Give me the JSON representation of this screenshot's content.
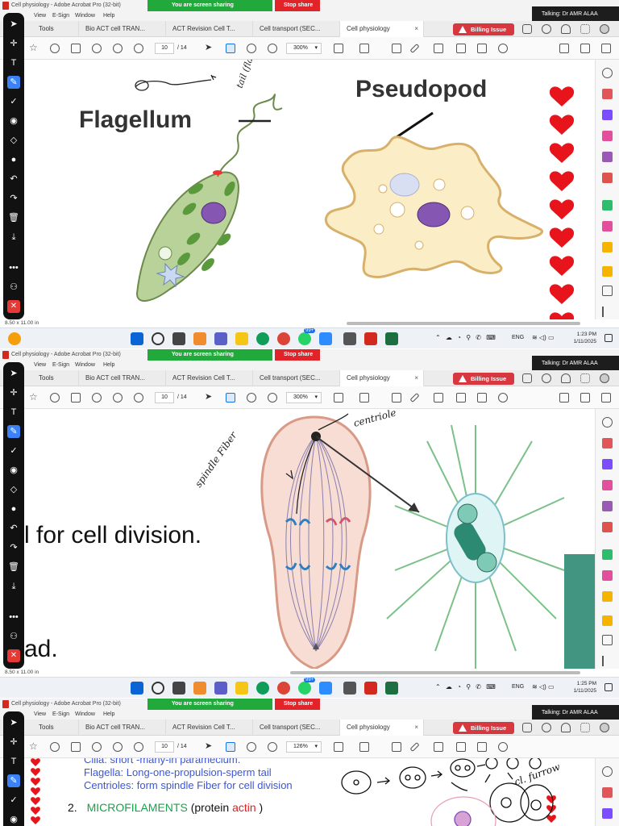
{
  "app": {
    "window_title": "Cell physiology - Adobe Acrobat Pro (32-bit)",
    "menu": [
      "View",
      "E-Sign",
      "Window",
      "Help"
    ],
    "screen_sharing_label": "You are screen sharing",
    "stop_share_label": "Stop share",
    "talking_label": "Talking: Dr AMR ALAA",
    "tools_tab": "Tools",
    "tabs": [
      "Bio ACT cell TRAN...",
      "ACT Revision Cell T...",
      "Cell transport (SEC...",
      "Cell physiology"
    ],
    "billing_label": "Billing Issue",
    "page_current": "10",
    "page_total": "/ 14"
  },
  "panels": [
    {
      "zoom": "300%",
      "page_size": "8.50 x 11.00 in",
      "clock_time": "1:23 PM",
      "clock_date": "1/11/2025",
      "heading_left": "Flagellum",
      "heading_right": "Pseudopod",
      "annotation": "tail (flagella)"
    },
    {
      "zoom": "300%",
      "page_size": "8.50 x 11.00 in",
      "clock_time": "1:25 PM",
      "clock_date": "1/11/2025",
      "text_line1": "l for cell division.",
      "text_line2": "ad.",
      "annotation_left": "spindle Fiber",
      "annotation_top": "centriole"
    },
    {
      "zoom": "126%",
      "notes": [
        "Cilia: short -many-in paramecium.",
        "Flagella: Long-one-propulsion-sperm tail",
        "Centrioles: form spindle Fiber for cell division"
      ],
      "item_number": "2.",
      "item_title": "MICROFILAMENTS",
      "item_paren_open": " (protein ",
      "item_protein": "actin",
      "item_paren_close": ")",
      "annotation": "cl. furrow"
    }
  ],
  "taskbar": {
    "lang": "ENG",
    "badge_count": "99+"
  },
  "colors": {
    "share_green": "#22a93c",
    "stop_red": "#e0242a",
    "billing_red": "#d7373f",
    "heart_red": "#e8141b",
    "note_blue": "#3b57d8",
    "note_green": "#16a34a",
    "actin_red": "#e11d1d"
  }
}
